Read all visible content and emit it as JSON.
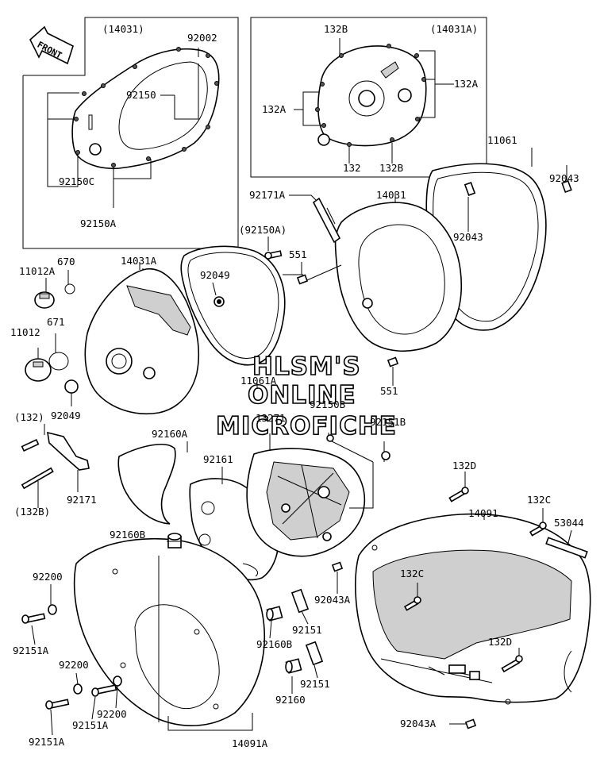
{
  "front_label": "FRONT",
  "watermark": [
    "HLSM'S",
    "ONLINE",
    "MICROFICHE"
  ],
  "inset_left": {
    "title": "(14031)",
    "labels": [
      "92002",
      "92150",
      "92150C",
      "92150A"
    ]
  },
  "inset_right": {
    "title": "(14031A)",
    "labels": [
      "132B",
      "132A",
      "132A",
      "132",
      "132B"
    ]
  },
  "labels": {
    "l92171A": "92171A",
    "l92150Ap": "(92150A)",
    "l551a": "551",
    "l14031": "14031",
    "l11061": "11061",
    "l92043a": "92043",
    "l92043b": "92043",
    "l670": "670",
    "l11012A": "11012A",
    "l14031A": "14031A",
    "l92049a": "92049",
    "l671": "671",
    "l11012": "11012",
    "l11061A": "11061A",
    "l551b": "551",
    "l92150B": "92150B",
    "l13271": "13271",
    "l92151B": "92151B",
    "l132p": "(132)",
    "l92049b": "92049",
    "l92160A": "92160A",
    "l92161": "92161",
    "l132Bp": "(132B)",
    "l92171": "92171",
    "l132D1": "132D",
    "l14091": "14091",
    "l132C1": "132C",
    "l53044": "53044",
    "l92160B1": "92160B",
    "l92200a": "92200",
    "l132C2": "132C",
    "l92043A1": "92043A",
    "l92151A1": "92151A",
    "l92160B2": "92160B",
    "l92151a": "92151",
    "l132D2": "132D",
    "l92200b": "92200",
    "l92151b": "92151",
    "l92200c": "92200",
    "l92160": "92160",
    "l92151A2": "92151A",
    "l92043A2": "92043A",
    "l92151A3": "92151A",
    "l14091A": "14091A"
  }
}
